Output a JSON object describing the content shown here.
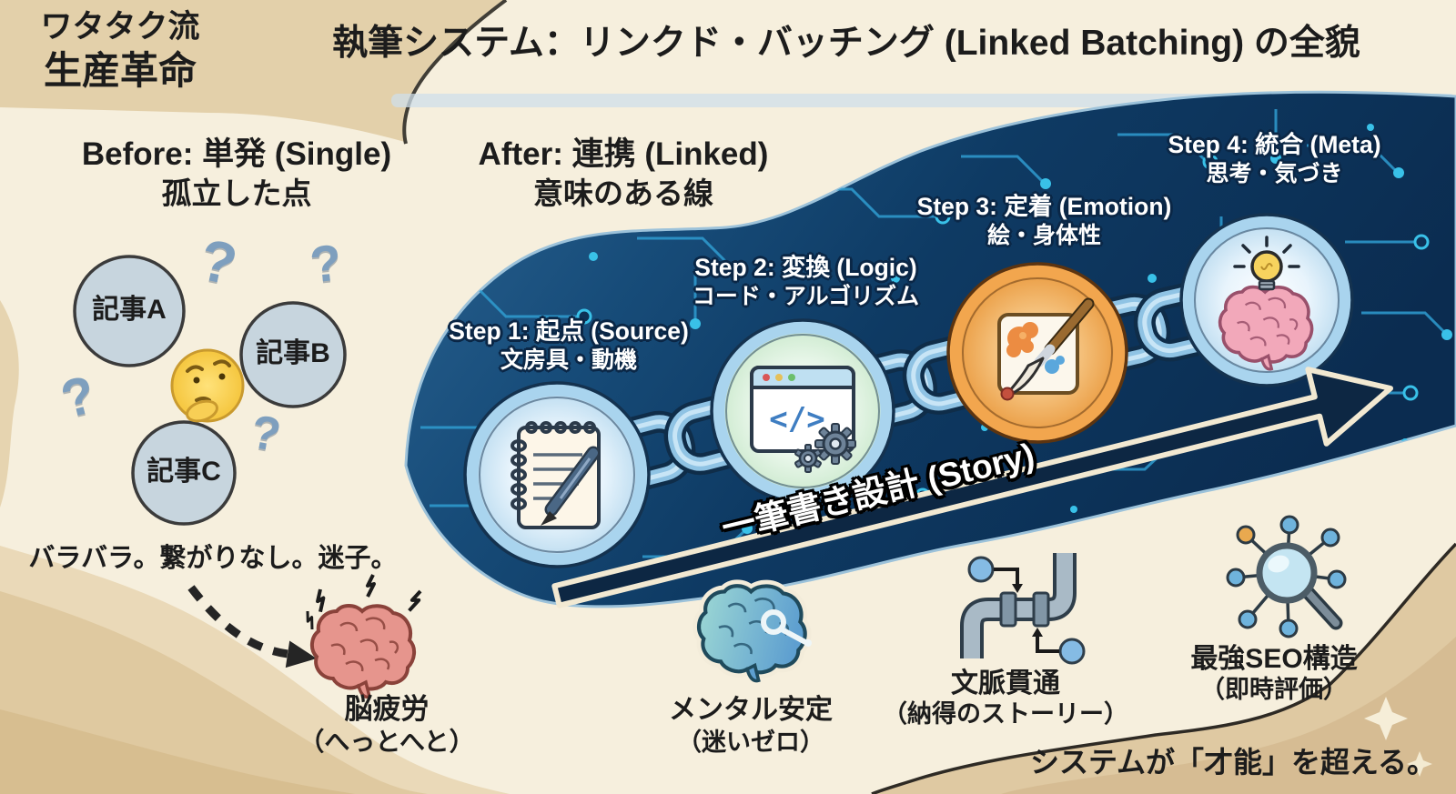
{
  "badge": {
    "line1": "ワタタク流",
    "line2": "生産革命"
  },
  "title": "執筆システム：リンクド・バッチング (Linked Batching) の全貌",
  "before": {
    "heading": "Before: 単発 (Single)",
    "subheading": "孤立した点",
    "articles": [
      {
        "label": "記事A"
      },
      {
        "label": "記事B"
      },
      {
        "label": "記事C"
      }
    ],
    "question_mark": "?",
    "caption": "バラバラ。繋がりなし。迷子。",
    "result": {
      "title": "脳疲労",
      "subtitle": "（へっとへと）"
    }
  },
  "after": {
    "heading": "After: 連携 (Linked)",
    "subheading": "意味のある線",
    "steps": [
      {
        "label": "Step 1: 起点 (Source)",
        "sub": "文房具・動機",
        "icon": "notepad-pen-icon"
      },
      {
        "label": "Step 2: 変換 (Logic)",
        "sub": "コード・アルゴリズム",
        "icon": "code-window-gears-icon",
        "icon_text": "</>"
      },
      {
        "label": "Step 3: 定着 (Emotion)",
        "sub": "絵・身体性",
        "icon": "paintbrush-palette-icon"
      },
      {
        "label": "Step 4: 統合 (Meta)",
        "sub": "思考・気づき",
        "icon": "brain-lightbulb-icon"
      }
    ],
    "arrow_label": "一筆書き設計 (Story)"
  },
  "benefits": [
    {
      "title": "メンタル安定",
      "subtitle": "（迷いゼロ）",
      "icon": "calm-brain-icon"
    },
    {
      "title": "文脈貫通",
      "subtitle": "（納得のストーリー）",
      "icon": "pipeline-icon"
    },
    {
      "title": "最強SEO構造",
      "subtitle": "（即時評価）",
      "icon": "seo-network-magnifier-icon"
    }
  ],
  "footer": "システムが「才能」を超える。",
  "colors": {
    "background": "#f6efdd",
    "tan": "#e2cfa9",
    "navy_blob": "#11385e",
    "circuit_cyan": "#35b6e8",
    "chain_blue": "#9fcbe8",
    "step3_orange": "#f0a85a",
    "text_dark": "#1b1b1b",
    "step_text": "#ffffff"
  }
}
